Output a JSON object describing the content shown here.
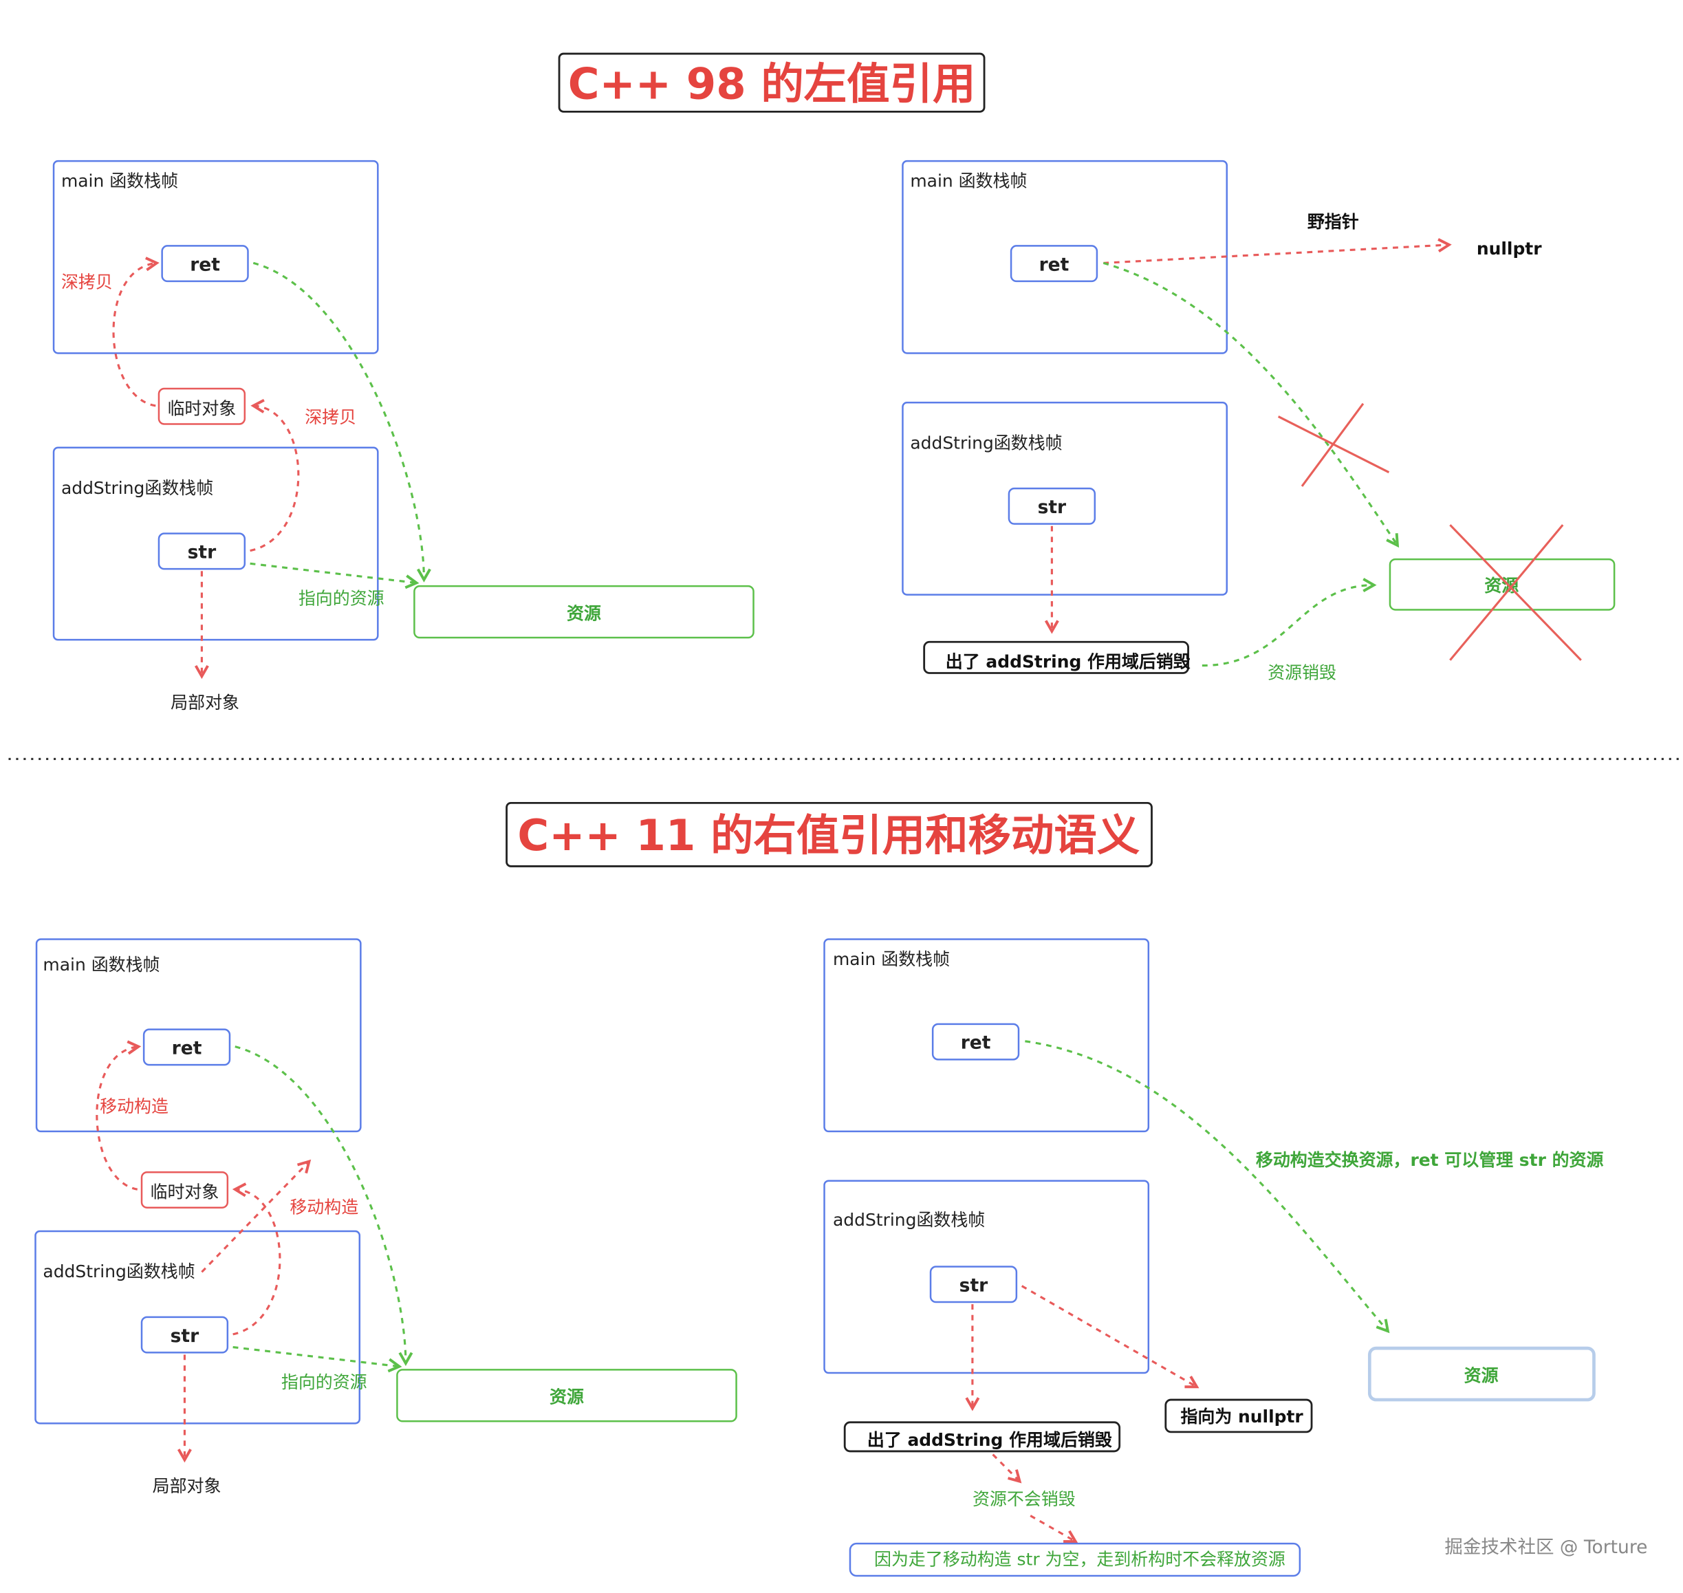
{
  "titles": {
    "top": "C++ 98 的左值引用",
    "bottom": "C++ 11 的右值引用和移动语义"
  },
  "colors": {
    "frame": "#5b7de8",
    "red": "#e85a5a",
    "green": "#5cc04a",
    "title": "#e5443f"
  },
  "cpp98_left": {
    "main_frame": "main 函数栈帧",
    "ret": "ret",
    "deep_copy_1": "深拷贝",
    "temp": "临时对象",
    "deep_copy_2": "深拷贝",
    "add_frame": "addString函数栈帧",
    "str": "str",
    "points_to": "指向的资源",
    "resource": "资源",
    "local": "局部对象"
  },
  "cpp98_right": {
    "main_frame": "main 函数栈帧",
    "ret": "ret",
    "dangling": "野指针",
    "nullptr": "nullptr",
    "add_frame": "addString函数栈帧",
    "str": "str",
    "scope_exit": "出了 addString 作用域后销毁",
    "destroyed": "资源销毁",
    "resource": "资源"
  },
  "cpp11_left": {
    "main_frame": "main 函数栈帧",
    "ret": "ret",
    "move_1": "移动构造",
    "temp": "临时对象",
    "move_2": "移动构造",
    "add_frame": "addString函数栈帧",
    "str": "str",
    "points_to": "指向的资源",
    "resource": "资源",
    "local": "局部对象"
  },
  "cpp11_right": {
    "main_frame": "main 函数栈帧",
    "ret": "ret",
    "swap_note": "移动构造交换资源，ret 可以管理 str 的资源",
    "resource": "资源",
    "add_frame": "addString函数栈帧",
    "str": "str",
    "nullptr_box": "指向为 nullptr",
    "scope_exit": "出了 addString 作用域后销毁",
    "not_destroyed": "资源不会销毁",
    "explain": "因为走了移动构造 str 为空，走到析构时不会释放资源"
  },
  "watermark": "掘金技术社区 @ Torture"
}
